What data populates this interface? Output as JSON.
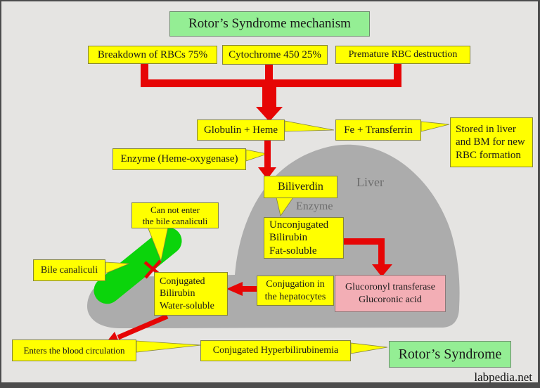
{
  "title": "Rotor’s Syndrome mechanism",
  "causes": {
    "breakdown": "Breakdown of RBCs 75%",
    "cytochrome": "Cytochrome 450 25%",
    "premature": "Premature RBC destruction"
  },
  "boxes": {
    "globulin_heme": "Globulin + Heme",
    "fe_transferrin": "Fe + Transferrin",
    "stored_liver": "Stored in liver\nand BM for new\nRBC formation",
    "enzyme_heme_oxygenase": "Enzyme (Heme-oxygenase)",
    "biliverdin": "Biliverdin",
    "unconjugated_bilirubin": "Unconjugated\nBilirubin\nFat-soluble",
    "conjugation_hepatocytes": "Conjugation in\nthe hepatocytes",
    "glucoronyl_transferase": "Glucoronyl transferase\nGlucoronic acid",
    "can_not_enter": "Can not enter\nthe bile canaliculi",
    "bile_canaliculi": "Bile canaliculi",
    "conjugated_bilirubin": "Conjugated\nBilirubin\nWater-soluble",
    "enters_blood_circulation": "Enters the blood circulation",
    "conjugated_hyperbilirubinemia": "Conjugated Hyperbilirubinemia",
    "rotors_syndrome": "Rotor’s Syndrome"
  },
  "labels": {
    "liver": "Liver",
    "enzyme": "Enzyme",
    "watermark": "labpedia.net"
  },
  "colors": {
    "box_yellow": "#ffff00",
    "box_green": "#94ee94",
    "box_pink": "#f3aeb5",
    "arrow_red": "#e60505",
    "liver_gray": "#acacac",
    "capsule_green": "#0bd40b",
    "background": "#e5e4e2"
  }
}
